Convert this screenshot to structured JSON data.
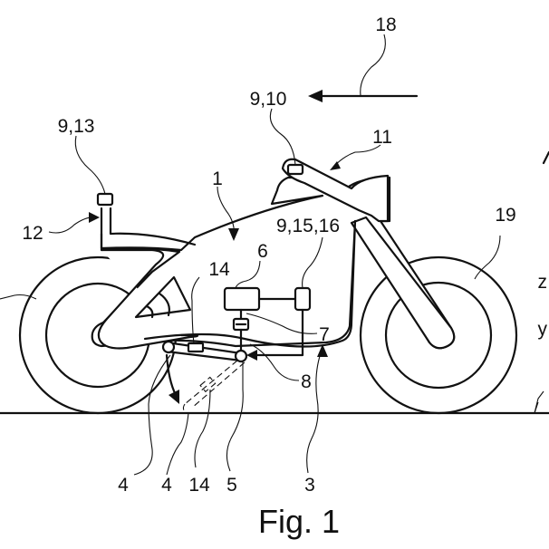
{
  "figure": {
    "caption": "Fig. 1",
    "subject": "motorcycle side view patent drawing",
    "line_color": "#111111",
    "background_color": "#ffffff",
    "reference_labels": {
      "frame": "1",
      "ground_contact_part": "3",
      "stand_4": "4",
      "stand_4_deployed": "4",
      "joint": "5",
      "unit_6": "6",
      "unit_7": "7",
      "unit_8": "8",
      "sensor_front": "9,10",
      "front_part": "11",
      "rear_part": "12",
      "sensor_rear": "9,13",
      "actuator": "14",
      "actuator_deployed": "14",
      "sensor_center": "9,15,16",
      "direction": "18",
      "front_wheel": "19"
    },
    "axis_labels": {
      "z": "z",
      "y": "y"
    }
  }
}
